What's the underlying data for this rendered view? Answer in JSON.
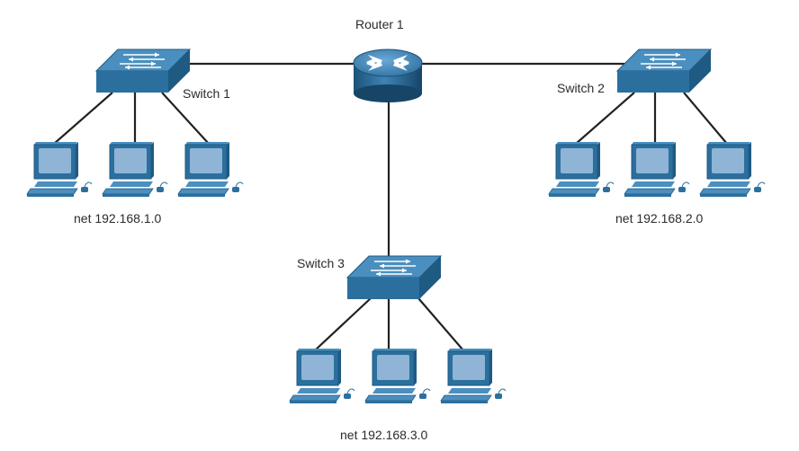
{
  "router": {
    "label": "Router 1"
  },
  "switches": [
    {
      "id": "switch1",
      "label": "Switch 1"
    },
    {
      "id": "switch2",
      "label": "Switch 2"
    },
    {
      "id": "switch3",
      "label": "Switch 3"
    }
  ],
  "networks": [
    {
      "id": "net1",
      "label": "net 192.168.1.0",
      "pcs": 3
    },
    {
      "id": "net2",
      "label": "net 192.168.2.0",
      "pcs": 3
    },
    {
      "id": "net3",
      "label": "net 192.168.3.0",
      "pcs": 3
    }
  ],
  "colors": {
    "device_top": "#4a8fbf",
    "device_front": "#2b6f9e",
    "device_side": "#1f5a82",
    "screen": "#8fb4d6",
    "cable": "#222222"
  },
  "icons": {
    "router": "router-icon",
    "switch": "switch-icon",
    "pc": "pc-icon"
  }
}
